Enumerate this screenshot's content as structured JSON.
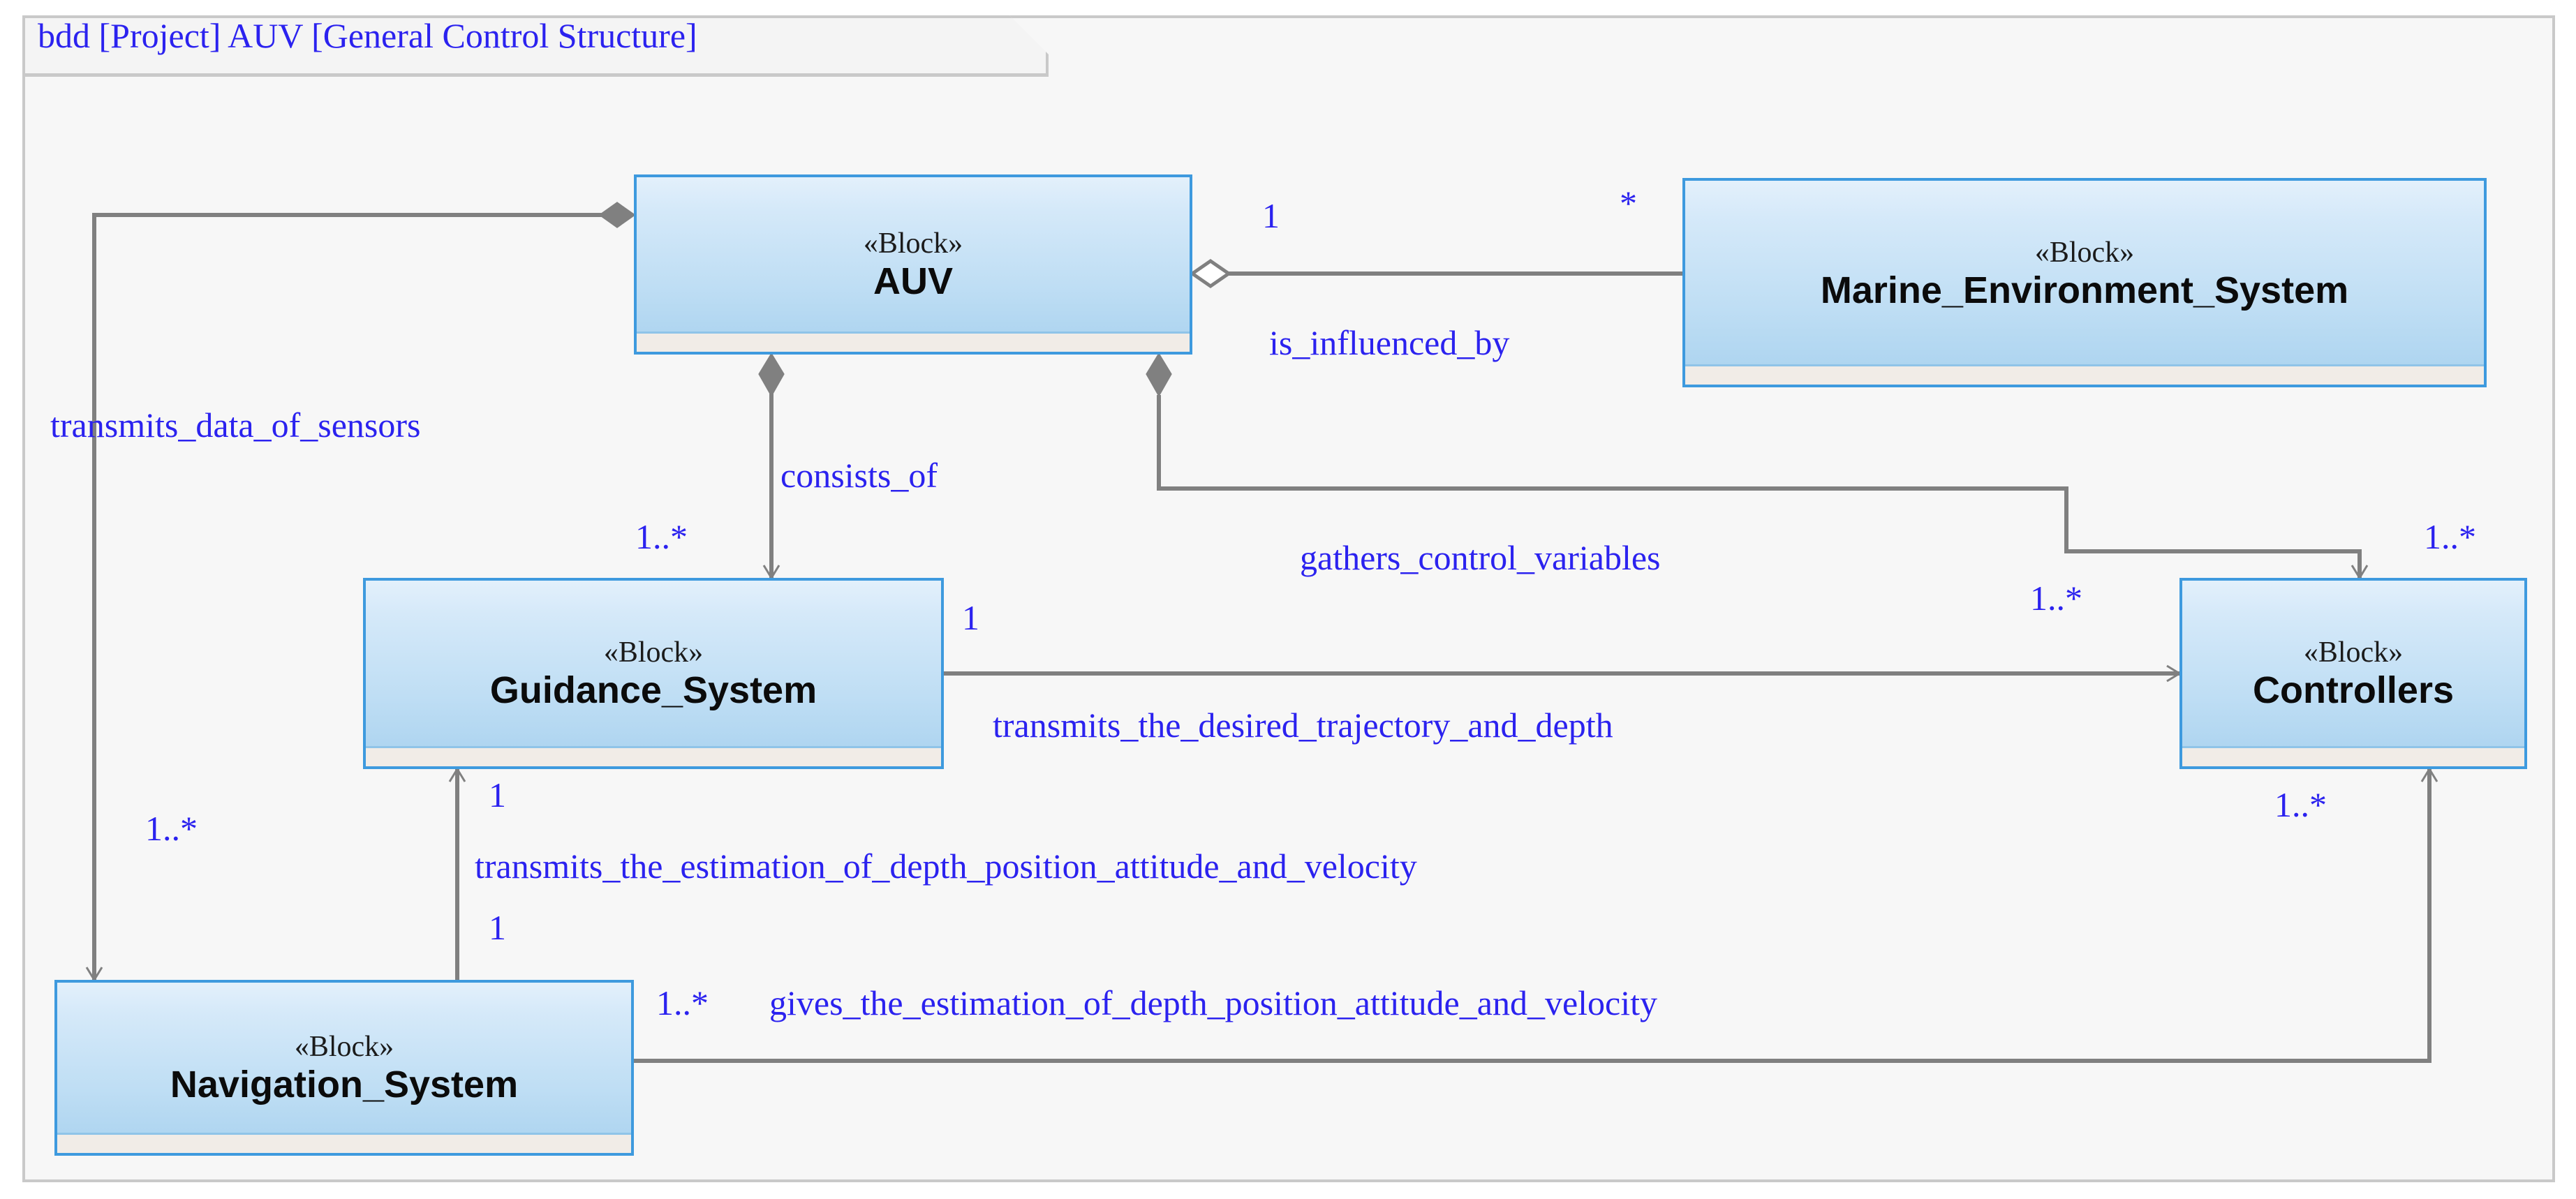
{
  "diagram": {
    "frame_label": "bdd [Project] AUV [General Control Structure]",
    "type": "sysml-block-definition-diagram",
    "colors": {
      "block_border": "#3e9ade",
      "block_fill_top": "#e3f0fb",
      "block_fill_bottom": "#a9d2ef",
      "label_text": "#2b22ef",
      "connector": "#808080",
      "frame_border": "#c9c9c9",
      "canvas_background": "#f7f7f7"
    }
  },
  "blocks": [
    {
      "id": "auv",
      "stereotype": "«Block»",
      "name": "AUV"
    },
    {
      "id": "marine",
      "stereotype": "«Block»",
      "name": "Marine_Environment_System"
    },
    {
      "id": "guidance",
      "stereotype": "«Block»",
      "name": "Guidance_System"
    },
    {
      "id": "controllers",
      "stereotype": "«Block»",
      "name": "Controllers"
    },
    {
      "id": "navigation",
      "stereotype": "«Block»",
      "name": "Navigation_System"
    }
  ],
  "associations": [
    {
      "id": "is_influenced_by",
      "label": "is_influenced_by",
      "source": "auv",
      "target": "marine",
      "source_end": "aggregation-hollow-diamond",
      "source_multiplicity": "1",
      "target_multiplicity": "*"
    },
    {
      "id": "transmits_data_of_sensors",
      "label": "transmits_data_of_sensors",
      "source": "auv",
      "target": "navigation",
      "source_end": "composition-filled-diamond",
      "target_end": "open-arrow",
      "target_multiplicity": "1..*"
    },
    {
      "id": "consists_of",
      "label": "consists_of",
      "source": "auv",
      "target": "guidance",
      "source_end": "composition-filled-diamond",
      "target_end": "open-arrow",
      "target_multiplicity": "1..*"
    },
    {
      "id": "gathers_control_variables",
      "label": "gathers_control_variables",
      "source": "auv",
      "target": "controllers",
      "source_end": "composition-filled-diamond",
      "target_end": "open-arrow",
      "target_multiplicity": "1..*"
    },
    {
      "id": "transmits_the_desired_trajectory_and_depth",
      "label": "transmits_the_desired_trajectory_and_depth",
      "source": "guidance",
      "target": "controllers",
      "target_end": "open-arrow",
      "source_multiplicity": "1",
      "target_multiplicity": "1..*"
    },
    {
      "id": "transmits_the_estimation_of_depth_position_attitude_and_velocity",
      "label": "transmits_the_estimation_of_depth_position_attitude_and_velocity",
      "source": "navigation",
      "target": "guidance",
      "target_end": "open-arrow",
      "source_multiplicity": "1",
      "target_multiplicity": "1"
    },
    {
      "id": "gives_the_estimation_of_depth_position_attitude_and_velocity",
      "label": "gives_the_estimation_of_depth_position_attitude_and_velocity",
      "source": "navigation",
      "target": "controllers",
      "target_end": "open-arrow",
      "source_multiplicity": "1..*",
      "target_multiplicity": "1..*"
    }
  ],
  "multiplicity_labels": {
    "marine_left": "1",
    "marine_right": "*",
    "consists_of": "1..*",
    "transmits_data_of_sensors": "1..*",
    "controllers_top": "1..*",
    "controllers_left": "1..*",
    "controllers_bottom": "1..*",
    "guidance_right": "1",
    "guidance_bottom": "1",
    "navigation_top": "1",
    "navigation_right": "1..*"
  }
}
